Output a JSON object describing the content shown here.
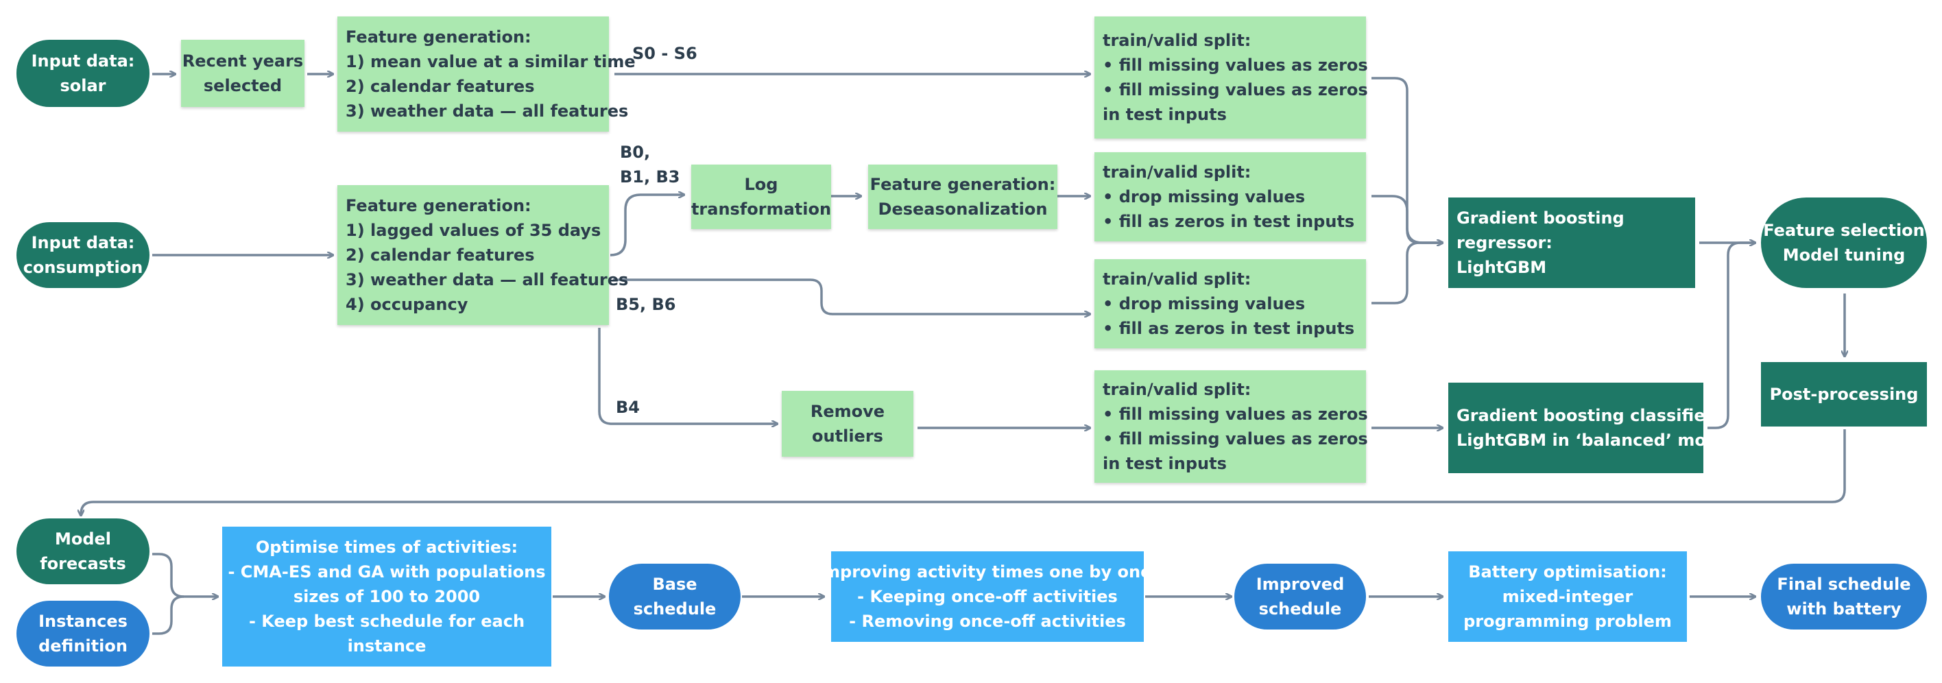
{
  "nodes": {
    "input_solar": [
      "Input data:",
      "solar"
    ],
    "recent_years": [
      "Recent years",
      "selected"
    ],
    "feat_gen_solar": [
      "Feature generation:",
      "1) mean value at a similar time",
      "2) calendar features",
      "3) weather data — all features"
    ],
    "split_solar": [
      "train/valid split:",
      "• fill missing values as zeros",
      "• fill missing values as zeros",
      "in test inputs"
    ],
    "input_consumption": [
      "Input data:",
      "consumption"
    ],
    "feat_gen_cons": [
      "Feature generation:",
      "1) lagged values of 35 days",
      "2) calendar features",
      "3) weather data — all features",
      "4) occupancy"
    ],
    "log_transform": [
      "Log",
      "transformation"
    ],
    "deseason": [
      "Feature generation:",
      "Deseasonalization"
    ],
    "split_b": [
      "train/valid split:",
      "• drop missing values",
      "• fill as zeros in test inputs"
    ],
    "split_b56": [
      "train/valid split:",
      "• drop missing values",
      "• fill as zeros in test inputs"
    ],
    "remove_outliers": [
      "Remove",
      "outliers"
    ],
    "split_b4": [
      "train/valid split:",
      "• fill missing values as zeros",
      "• fill missing values as zeros",
      "in test inputs"
    ],
    "gb_regressor": [
      "Gradient boosting",
      "regressor:",
      "LightGBM"
    ],
    "gb_classifier": [
      "Gradient boosting classifier:",
      "LightGBM in ‘balanced’ mode"
    ],
    "feature_selection": [
      "Feature selection",
      "Model tuning"
    ],
    "post_processing": [
      "Post-processing"
    ],
    "model_forecasts": [
      "Model",
      "forecasts"
    ],
    "instances": [
      "Instances",
      "definition"
    ],
    "optimise": [
      "Optimise  times of activities:",
      "- CMA-ES and GA with populations",
      "sizes of 100 to 2000",
      "- Keep best schedule for each",
      "instance"
    ],
    "base_schedule": [
      "Base",
      "schedule"
    ],
    "improving": [
      "Improving activity times one by one:",
      "- Keeping once-off activities",
      "- Removing once-off activities"
    ],
    "improved_schedule": [
      "Improved",
      "schedule"
    ],
    "battery_opt": [
      "Battery optimisation:",
      "mixed-integer",
      "programming problem"
    ],
    "final_schedule": [
      "Final schedule",
      "with battery"
    ]
  },
  "edge_labels": {
    "s0_s6": "S0 - S6",
    "b0": "B0,",
    "b1_b3": "B1, B3",
    "b5_b6": "B5, B6",
    "b4": "B4"
  },
  "colors": {
    "light_green": "#abe8b0",
    "dark_green": "#1e7866",
    "light_blue": "#3fb1f7",
    "mid_blue": "#2b80d2",
    "arrow": "#76879a",
    "text_dark": "#2c3d4c"
  }
}
